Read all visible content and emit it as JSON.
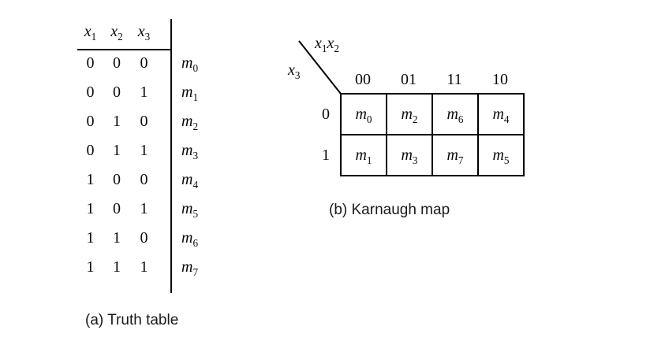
{
  "figure": {
    "truth_table": {
      "caption": "(a) Truth table",
      "header": [
        {
          "base": "x",
          "sub": "1"
        },
        {
          "base": "x",
          "sub": "2"
        },
        {
          "base": "x",
          "sub": "3"
        }
      ],
      "rows": [
        {
          "bits": [
            "0",
            "0",
            "0"
          ],
          "minterm": {
            "base": "m",
            "sub": "0"
          }
        },
        {
          "bits": [
            "0",
            "0",
            "1"
          ],
          "minterm": {
            "base": "m",
            "sub": "1"
          }
        },
        {
          "bits": [
            "0",
            "1",
            "0"
          ],
          "minterm": {
            "base": "m",
            "sub": "2"
          }
        },
        {
          "bits": [
            "0",
            "1",
            "1"
          ],
          "minterm": {
            "base": "m",
            "sub": "3"
          }
        },
        {
          "bits": [
            "1",
            "0",
            "0"
          ],
          "minterm": {
            "base": "m",
            "sub": "4"
          }
        },
        {
          "bits": [
            "1",
            "0",
            "1"
          ],
          "minterm": {
            "base": "m",
            "sub": "5"
          }
        },
        {
          "bits": [
            "1",
            "1",
            "0"
          ],
          "minterm": {
            "base": "m",
            "sub": "6"
          }
        },
        {
          "bits": [
            "1",
            "1",
            "1"
          ],
          "minterm": {
            "base": "m",
            "sub": "7"
          }
        }
      ]
    },
    "karnaugh_map": {
      "caption": "(b) Karnaugh map",
      "axis_top": [
        {
          "base": "x",
          "sub": "1"
        },
        {
          "base": "x",
          "sub": "2"
        }
      ],
      "axis_side": {
        "base": "x",
        "sub": "3"
      },
      "col_labels": [
        "00",
        "01",
        "11",
        "10"
      ],
      "row_labels": [
        "0",
        "1"
      ],
      "cells": [
        [
          {
            "base": "m",
            "sub": "0"
          },
          {
            "base": "m",
            "sub": "2"
          },
          {
            "base": "m",
            "sub": "6"
          },
          {
            "base": "m",
            "sub": "4"
          }
        ],
        [
          {
            "base": "m",
            "sub": "1"
          },
          {
            "base": "m",
            "sub": "3"
          },
          {
            "base": "m",
            "sub": "7"
          },
          {
            "base": "m",
            "sub": "5"
          }
        ]
      ]
    }
  }
}
